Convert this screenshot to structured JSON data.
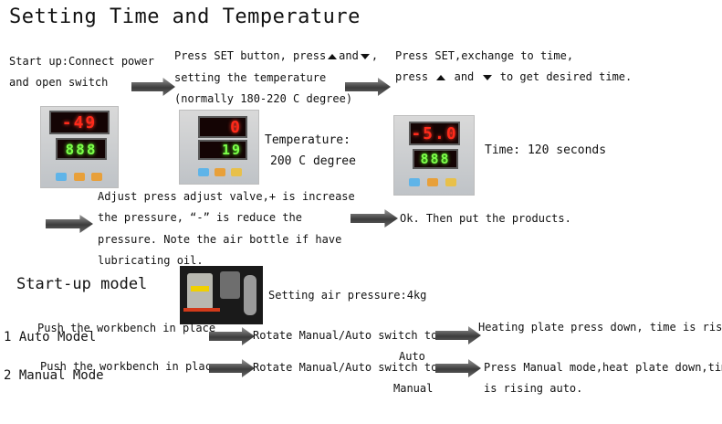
{
  "title": "Setting Time and Temperature",
  "steps_row1": {
    "step1_line1": "Start up:Connect power",
    "step1_line2": "and open switch",
    "step2_part1": "Press SET button, press",
    "step2_and": "and",
    "step2_end": ",",
    "step2_line2": "setting the temperature",
    "step2_line3": "(normally 180-220 C degree)",
    "step3_line1": "Press SET,exchange to time,",
    "step3_press": "press",
    "step3_and": "and",
    "step3_rest": "to get desired time."
  },
  "displays": {
    "d1_top": "-49",
    "d1_bottom": "888",
    "d2_top": "0",
    "d2_bottom": "19",
    "d3_top": "-5.0",
    "d3_bottom": "888"
  },
  "temperature_label": "Temperature:",
  "temperature_value": "200 C degree",
  "time_label": "Time: 120 seconds",
  "adjust": {
    "line1": "Adjust press adjust valve,+ is increase",
    "line2": "the pressure, “-”  is reduce the",
    "line3": "pressure. Note the air bottle if have",
    "line4": "lubricating oil."
  },
  "ok_text": "Ok. Then put the products.",
  "startup_title": "Start-up model",
  "air_pressure": "Setting air pressure:4kg",
  "auto_row": {
    "label": "1 Auto Model",
    "push": "Push the workbench in place",
    "rotate": "Rotate Manual/Auto switch to",
    "auto_word": "Auto",
    "result": "Heating plate press down, time is rising"
  },
  "manual_row": {
    "label": "2 Manual Mode",
    "push": "Push the workbench in place",
    "rotate": "Rotate Manual/Auto switch to",
    "manual_word": "Manual",
    "result_line1": "Press Manual mode,heat plate down,time",
    "result_line2": "is rising auto."
  },
  "colors": {
    "red_led": "#ff2a1a",
    "green_led": "#7dff4a",
    "arrow": "#3c3c3c"
  }
}
